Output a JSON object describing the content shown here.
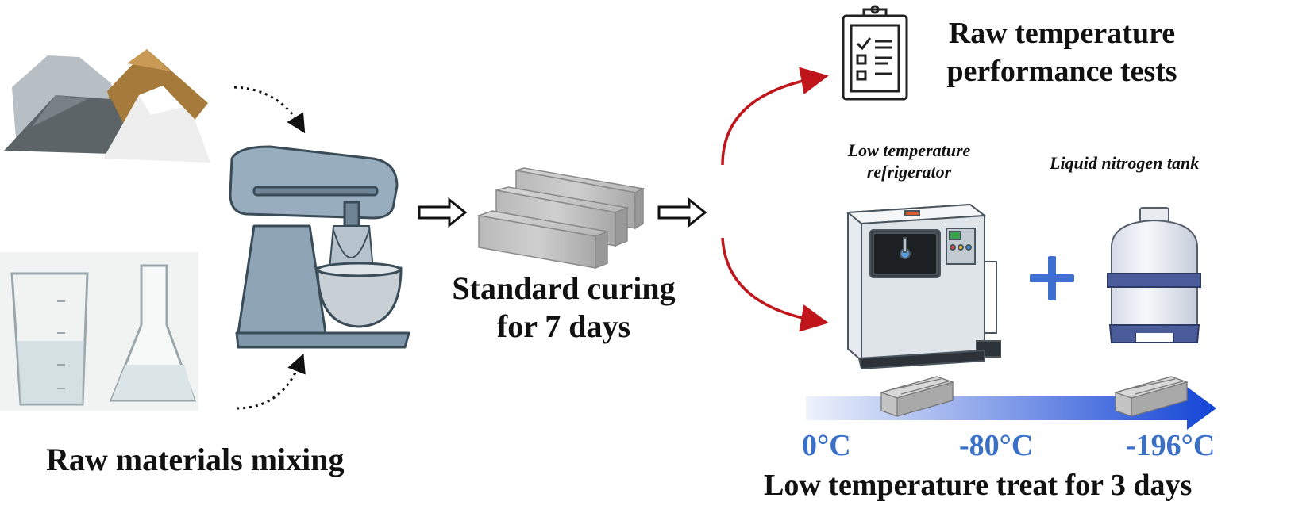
{
  "labels": {
    "raw_mixing": "Raw materials mixing",
    "curing_line1": "Standard curing",
    "curing_line2": "for 7 days",
    "perf_line1": "Raw temperature",
    "perf_line2": "performance tests",
    "fridge_line1": "Low temperature",
    "fridge_line2": "refrigerator",
    "tank": "Liquid nitrogen tank",
    "treat": "Low temperature treat for 3 days",
    "plus": "+"
  },
  "temperatures": [
    "0°C",
    "-80°C",
    "-196°C"
  ],
  "icons": [
    "powder-piles",
    "beaker-and-flask",
    "stand-mixer",
    "concrete-blocks",
    "clipboard-checklist",
    "refrigerator",
    "nitrogen-tank"
  ],
  "colors": {
    "curved_arrow": "#c0161b",
    "temperature": "#3a70c8",
    "gradient_start": "#e8eef9",
    "gradient_end": "#1244d6",
    "plus": "#3f6fd0"
  }
}
